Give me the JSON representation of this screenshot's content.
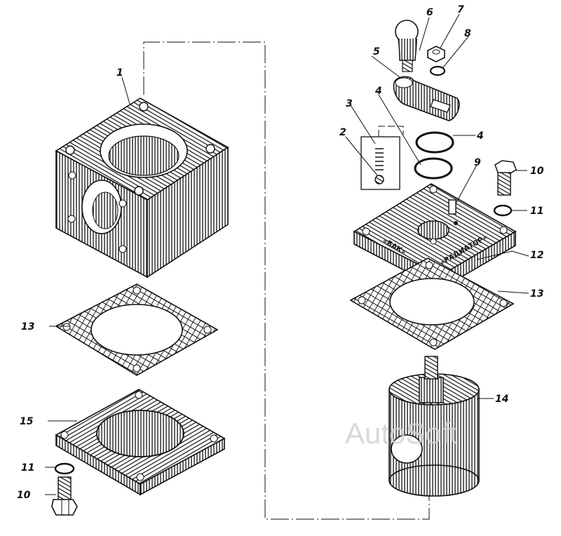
{
  "labels": {
    "l1": "1",
    "l2": "2",
    "l3": "3",
    "l4a": "4",
    "l4b": "4",
    "l5": "5",
    "l6": "6",
    "l7": "7",
    "l8": "8",
    "l9": "9",
    "l10a": "10",
    "l10b": "10",
    "l11a": "11",
    "l11b": "11",
    "l12": "12",
    "l13a": "13",
    "l13b": "13",
    "l14": "14",
    "l15": "15"
  },
  "plate_text": {
    "left": "«БАК»",
    "right": "«РАДИАТОР»"
  },
  "watermark": "AutoSoft",
  "colors": {
    "ink": "#111111",
    "paper": "#ffffff",
    "watermark": "#d0d0d0"
  }
}
